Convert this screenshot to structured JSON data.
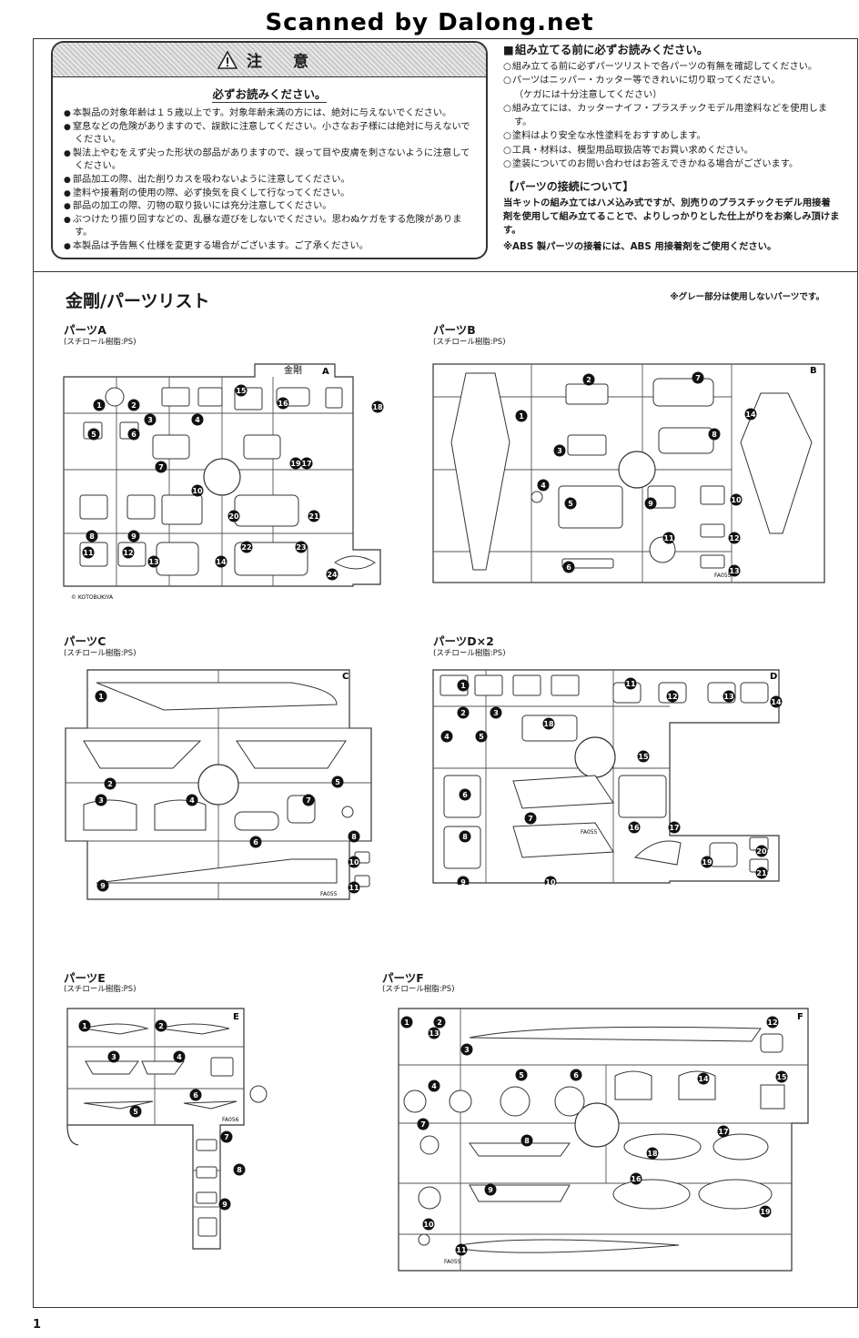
{
  "watermark": "Scanned by Dalong.net",
  "caution": {
    "title": "注 意",
    "must_read": "必ずお読みください。",
    "items": [
      "本製品の対象年齢は１５歳以上です。対象年齢未満の方には、絶対に与えないでください。",
      "窒息などの危険がありますので、誤飲に注意してください。小さなお子様には絶対に与えないでください。",
      "製法上やむをえず尖った形状の部品がありますので、誤って目や皮膚を刺さないように注意してください。",
      "部品加工の際、出た削りカスを吸わないように注意してください。",
      "塗料や接着剤の使用の際、必ず換気を良くして行なってください。",
      "部品の加工の際、刃物の取り扱いには充分注意してください。",
      "ぶつけたり振り回すなどの、乱暴な遊びをしないでください。思わぬケガをする危険があります。",
      "本製品は予告無く仕様を変更する場合がございます。ご了承ください。"
    ]
  },
  "instructions": {
    "title": "組み立てる前に必ずお読みください。",
    "items": [
      "組み立てる前に必ずパーツリストで各パーツの有無を確認してください。",
      "パーツはニッパー・カッター等できれいに切り取ってください。",
      "組み立てには、カッターナイフ・プラスチックモデル用塗料などを使用します。",
      "塗料はより安全な水性塗料をおすすめします。",
      "工具・材料は、模型用品取扱店等でお買い求めください。",
      "塗装についてのお問い合わせはお答えできかねる場合がございます。"
    ],
    "cut_note": "（ケガには十分注意してください）",
    "connection_head": "【パーツの接続について】",
    "connection_body": "当キットの組み立てはハメ込み式ですが、別売りのプラスチックモデル用接着剤を使用して組み立てることで、よりしっかりとした仕上がりをお楽しみ頂けます。",
    "abs_note": "※ABS 製パーツの接着には、ABS 用接着剤をご使用ください。"
  },
  "parts_list": {
    "title": "金剛/パーツリスト",
    "gray_note": "※グレー部分は使用しないパーツです。",
    "sections": [
      {
        "key": "A",
        "name": "パーツA",
        "material": "(スチロール樹脂:PS)",
        "count": 24,
        "label": "金剛",
        "copyright": "© KOTOBUKIYA"
      },
      {
        "key": "B",
        "name": "パーツB",
        "material": "(スチロール樹脂:PS)",
        "count": 14,
        "code": "FA055"
      },
      {
        "key": "C",
        "name": "パーツC",
        "material": "(スチロール樹脂:PS)",
        "count": 11,
        "code": "FA055"
      },
      {
        "key": "D",
        "name": "パーツD×2",
        "material": "(スチロール樹脂:PS)",
        "count": 21,
        "code": "FA055"
      },
      {
        "key": "E",
        "name": "パーツE",
        "material": "(スチロール樹脂:PS)",
        "count": 9,
        "code": "FA056"
      },
      {
        "key": "F",
        "name": "パーツF",
        "material": "(スチロール樹脂:PS)",
        "count": 19,
        "code": "FA055"
      }
    ]
  },
  "page_number": "1"
}
